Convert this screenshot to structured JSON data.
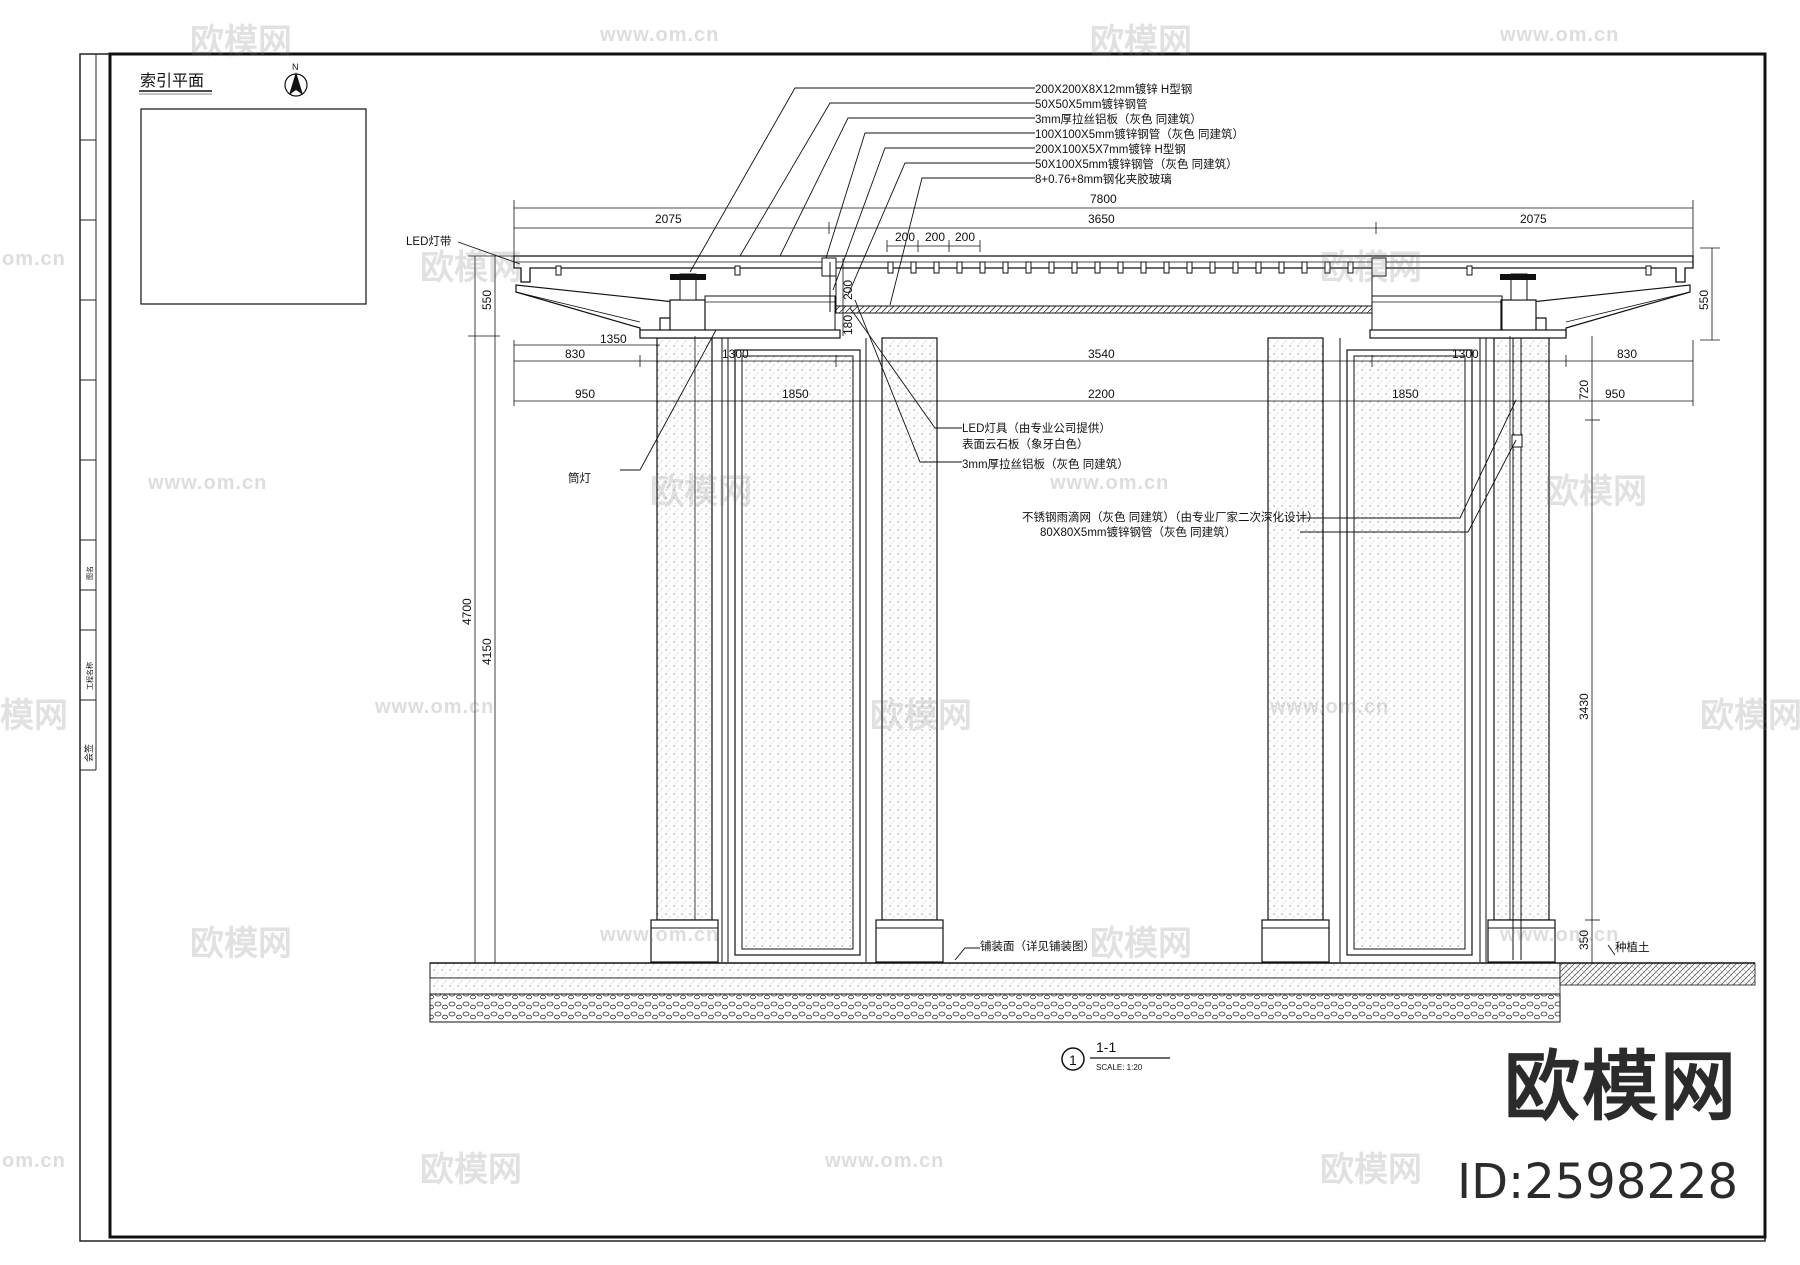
{
  "index_plan": {
    "title": "索引平面",
    "north": "N"
  },
  "callouts_top": [
    "200X200X8X12mm镀锌 H型钢",
    "50X50X5mm镀锌钢管",
    "3mm厚拉丝铝板（灰色 同建筑）",
    "100X100X5mm镀锌钢管（灰色 同建筑）",
    "200X100X5X7mm镀锌 H型钢",
    "50X100X5mm镀锌钢管（灰色 同建筑）",
    "8+0.76+8mm钢化夹胶玻璃"
  ],
  "callouts_mid": [
    "LED灯具（由专业公司提供）",
    "表面云石板（象牙白色）",
    "3mm厚拉丝铝板（灰色 同建筑）"
  ],
  "callouts_right": [
    "不锈钢雨滴网（灰色 同建筑）（由专业厂家二次深化设计）",
    "80X80X5mm镀锌钢管（灰色 同建筑）"
  ],
  "label_led_tube": "LED灯带",
  "label_downlight": "筒灯",
  "label_paving": "铺装面（详见铺装图）",
  "label_soil": "种植土",
  "dims": {
    "overall": "7800",
    "top_left": "2075",
    "top_mid": "3650",
    "top_right": "2075",
    "slat1": "200",
    "slat2": "200",
    "slat3": "200",
    "row2_a": "1350",
    "row3_a": "830",
    "row3_b": "1300",
    "row3_c": "3540",
    "row3_d": "1300",
    "row3_e": "830",
    "row4_a": "950",
    "row4_b": "1850",
    "row4_c": "2200",
    "row4_d": "1850",
    "row4_e": "950",
    "left_h1": "550",
    "left_h2": "4700",
    "left_h3": "4150",
    "right_h1": "550",
    "right_h2": "720",
    "right_h3": "3430",
    "right_h4": "350",
    "mid_v1": "180",
    "mid_v2": "200"
  },
  "section_title": {
    "num": "1",
    "name": "1-1",
    "scale": "SCALE:  1:20"
  },
  "title_block_text": [
    "会签",
    "工程名称",
    "图名"
  ],
  "watermark": {
    "brand": "欧模网",
    "url": "www.om.cn",
    "url_fragment": "om.cn",
    "brand_fragment": "模网",
    "id": "ID:2598228"
  }
}
